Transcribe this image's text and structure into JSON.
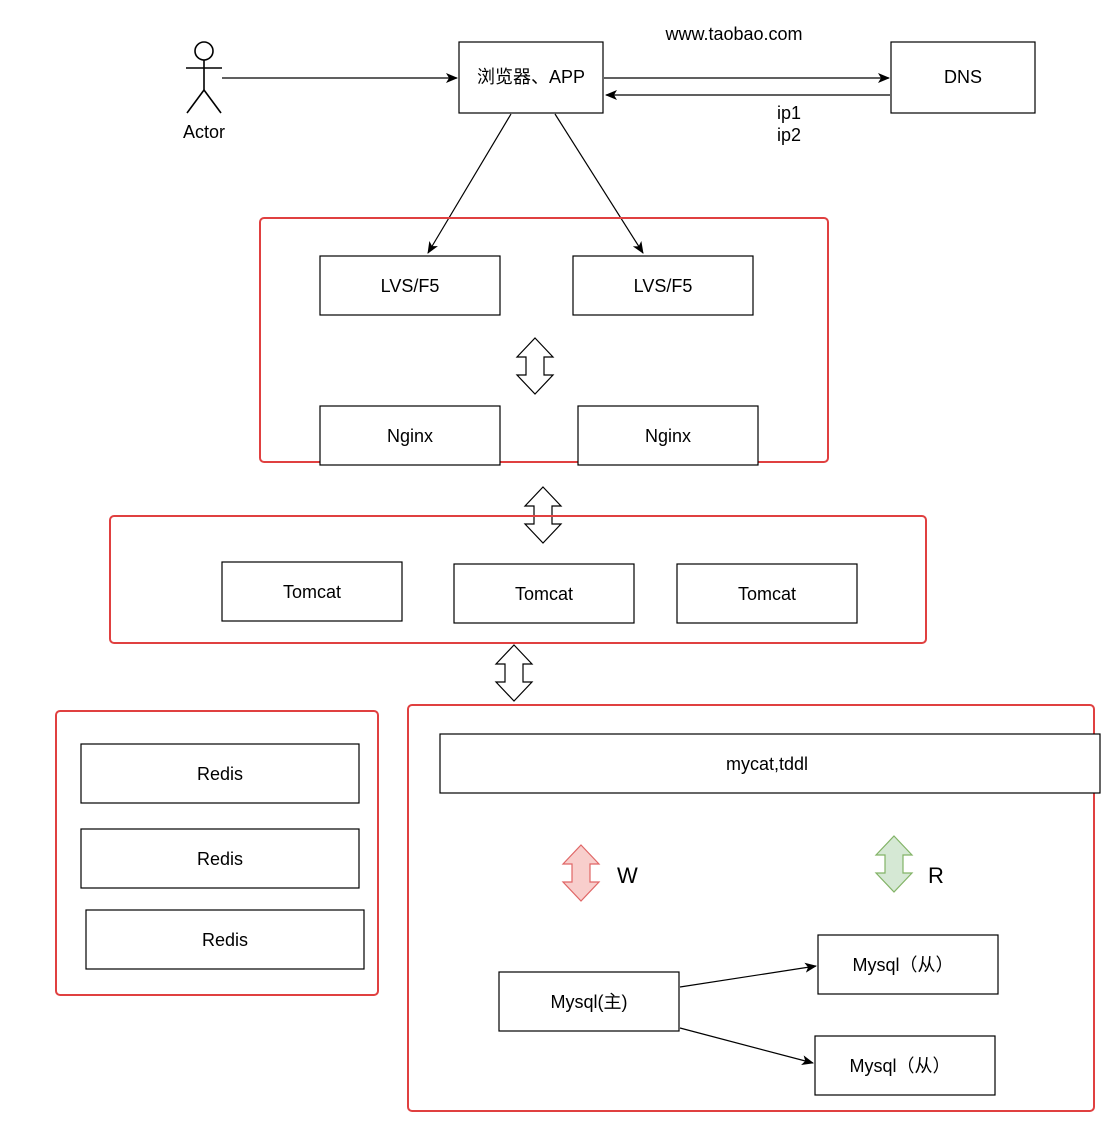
{
  "actor": {
    "label": "Actor"
  },
  "client": {
    "label": "浏览器、APP"
  },
  "domain_label": "www.taobao.com",
  "dns": {
    "label": "DNS"
  },
  "dns_response": {
    "line1": "ip1",
    "line2": "ip2"
  },
  "lb_tier": {
    "lvs": [
      "LVS/F5",
      "LVS/F5"
    ],
    "nginx": [
      "Nginx",
      "Nginx"
    ]
  },
  "app_tier": {
    "tomcat": [
      "Tomcat",
      "Tomcat",
      "Tomcat"
    ]
  },
  "cache_tier": {
    "redis": [
      "Redis",
      "Redis",
      "Redis"
    ]
  },
  "db_tier": {
    "middleware": "mycat,tddl",
    "write_label": "W",
    "read_label": "R",
    "master": "Mysql(主)",
    "slaves": [
      "Mysql（从）",
      "Mysql（从）"
    ]
  },
  "colors": {
    "group_border": "#e04040",
    "write_arrow_fill": "#f8cecc",
    "write_arrow_stroke": "#e06666",
    "read_arrow_fill": "#d5e8d4",
    "read_arrow_stroke": "#82b366"
  }
}
